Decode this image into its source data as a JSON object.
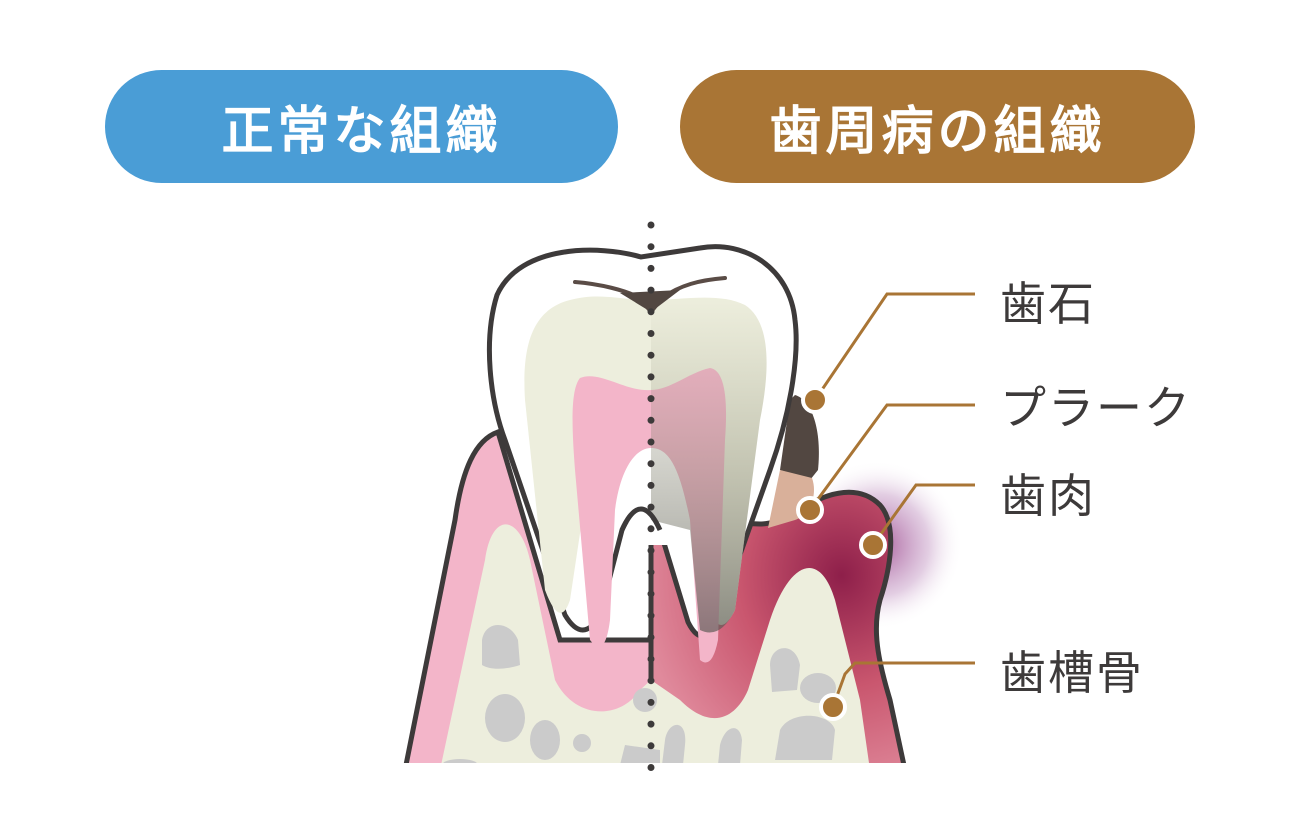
{
  "headers": {
    "normal": "正常な組織",
    "periodontal": "歯周病の組織"
  },
  "labels": {
    "calculus": "歯石",
    "plaque": "プラーク",
    "gum": "歯肉",
    "alveolar_bone": "歯槽骨"
  },
  "colors": {
    "normal_header": "#4a9dd6",
    "periodontal_header": "#a97535",
    "leader": "#a97535",
    "healthy_gum": "#f3b5c9",
    "inflamed_gum": "#b8355a",
    "bone": "#edeedd"
  }
}
